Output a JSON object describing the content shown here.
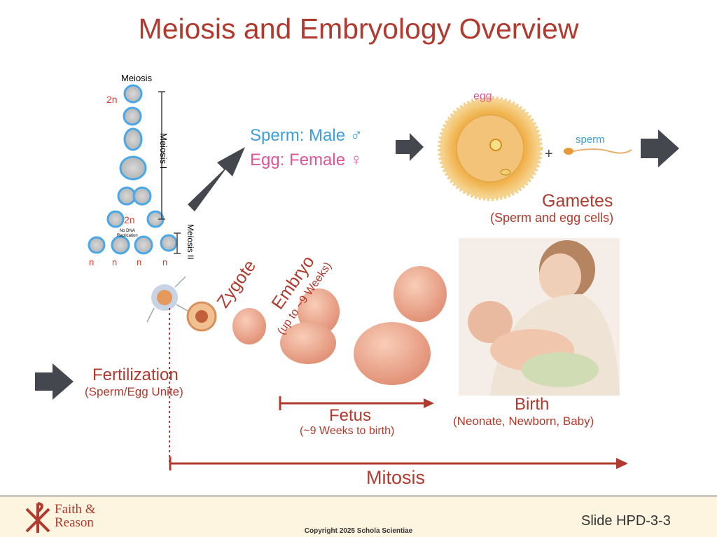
{
  "title": "Meiosis and Embryology Overview",
  "meiosis": {
    "heading": "Meiosis",
    "stage1": "Meiosis I",
    "stage2": "Meiosis II",
    "diploid": "2n",
    "diploid2": "2n",
    "haploid": [
      "n",
      "n",
      "n",
      "n"
    ],
    "note_line1": "No DNA",
    "note_line2": "Replication"
  },
  "gametes_types": {
    "sperm": "Sperm: Male ♂",
    "egg": "Egg: Female ♀"
  },
  "gametes": {
    "egg_label": "egg",
    "plus": "+",
    "sperm_label": "sperm",
    "title": "Gametes",
    "subtitle": "(Sperm and egg cells)"
  },
  "stages": {
    "zygote": "Zygote",
    "embryo": "Embryo",
    "embryo_sub": "(up to ~9 Weeks)",
    "fertilization": "Fertilization",
    "fertilization_sub": "(Sperm/Egg Unite)",
    "fetus": "Fetus",
    "fetus_sub": "(~9 Weeks to birth)",
    "birth": "Birth",
    "birth_sub": "(Neonate, Newborn, Baby)",
    "mitosis": "Mitosis"
  },
  "footer": {
    "logo_line1": "Faith &",
    "logo_line2": "Reason",
    "copyright": "Copyright 2025 Schola Scientiae",
    "slide": "Slide HPD-3-3"
  },
  "colors": {
    "accent": "#b03a2e",
    "male": "#3a9ee0",
    "female": "#e0559a",
    "arrow": "#44474d",
    "footer_bg": "#fdf5e0"
  }
}
